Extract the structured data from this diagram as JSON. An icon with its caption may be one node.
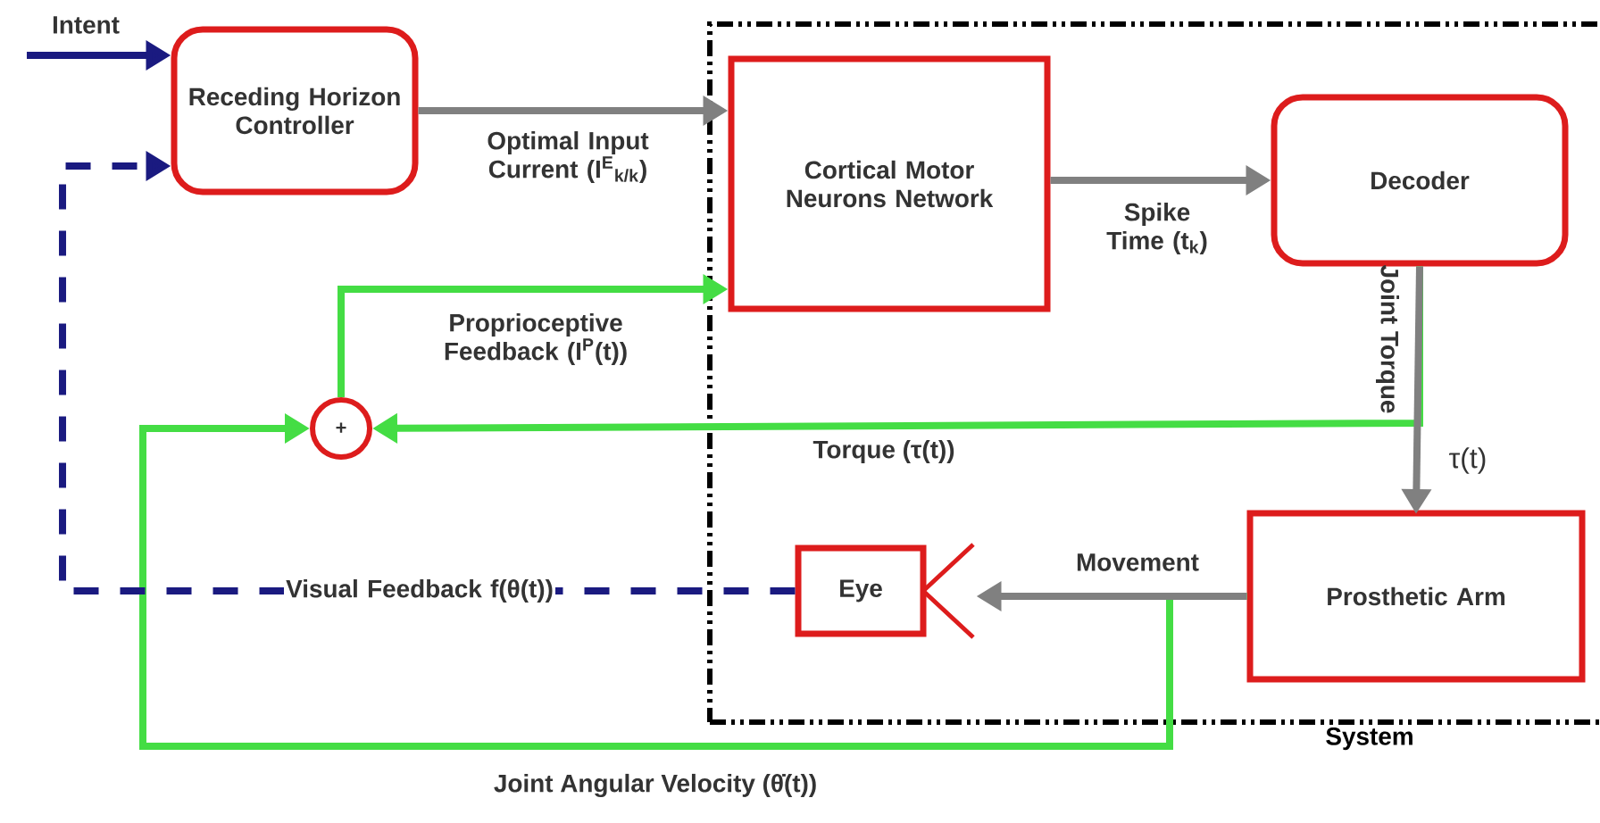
{
  "diagram": {
    "nodes": [
      {
        "text": [
          "Receding Horizon Controller"
        ]
      },
      {
        "text": [
          "System"
        ]
      },
      {
        "text": [
          "Cortical Motor Neurons Network"
        ],
        "in": 1
      },
      {
        "text": [
          "Decoder"
        ],
        "in": 1
      },
      {
        "text": [
          "Prosthetic Arm"
        ],
        "in": 1
      },
      {
        "text": [
          "Eye"
        ],
        "in": 1
      },
      {
        "text": [
          "+"
        ]
      }
    ],
    "edges": [
      {
        "from": null,
        "to": 0,
        "arrow": "to",
        "label": "Intent",
        "color": "#1a1a80"
      },
      {
        "from": 0,
        "to": 2,
        "arrow": "to",
        "label": "Optimal Input Current (I$^{E}$$_{k/k}$)"
      },
      {
        "from": 2,
        "to": 3,
        "arrow": "to",
        "label": "Spike Time (t$_{k}$)"
      },
      {
        "from": 3,
        "to": 4,
        "arrow": "to",
        "label": "Joint Torque"
      },
      {
        "from": 3,
        "to": 6,
        "arrow": "to",
        "label": "Torque (τ(t))",
        "color": "#44dd44"
      },
      {
        "from": 6,
        "to": 2,
        "arrow": "to",
        "label": "Proprioceptive Feedback (I$^{P}$(t))",
        "color": "#44dd44"
      },
      {
        "from": 4,
        "to": 5,
        "arrow": "to",
        "label": "Movement"
      },
      {
        "from": 4,
        "to": 6,
        "arrow": "to",
        "label": "Joint Angular Velocity (θ̇(t))",
        "color": "#44dd44"
      },
      {
        "from": 5,
        "to": 0,
        "arrow": "to",
        "label": "Visual Feedback f(θ(t))",
        "style": "dashed",
        "color": "#1a1a80"
      }
    ],
    "labels": [
      "τ(t)"
    ]
  }
}
